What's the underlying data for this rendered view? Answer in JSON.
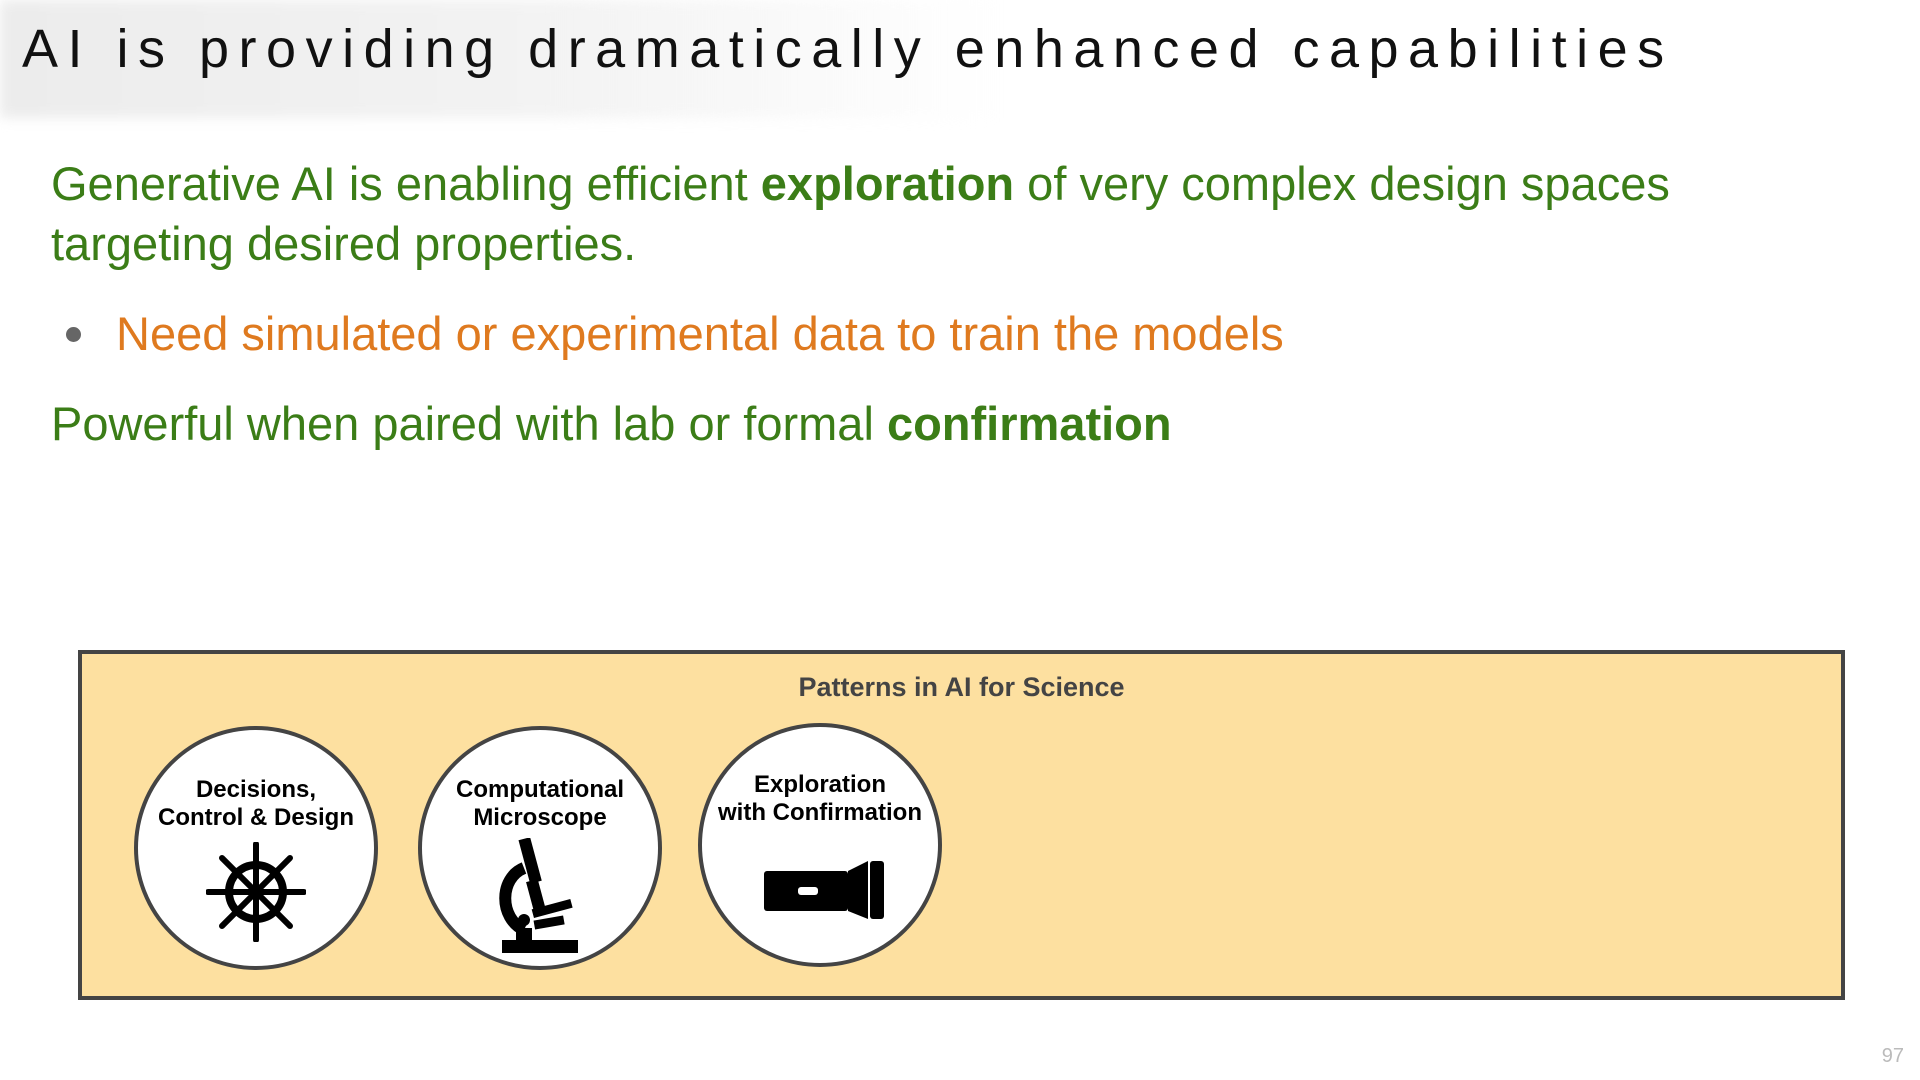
{
  "slide": {
    "title": "AI is providing dramatically enhanced capabilities",
    "para1": {
      "pre": "Generative AI is enabling efficient ",
      "bold": "exploration",
      "post": " of very complex design spaces",
      "line2": "targeting desired properties."
    },
    "bullet": "Need simulated or experimental data to train the models",
    "para2": {
      "pre": "Powerful when paired with lab or formal ",
      "bold": "confirmation"
    },
    "page_number": "97"
  },
  "patterns": {
    "title": "Patterns in AI for Science",
    "items": [
      {
        "line1": "Decisions,",
        "line2": "Control & Design",
        "icon": "ship-wheel-icon"
      },
      {
        "line1": "Computational",
        "line2": "Microscope",
        "icon": "microscope-icon"
      },
      {
        "line1": "Exploration",
        "line2": "with Confirmation",
        "icon": "flashlight-icon"
      }
    ]
  },
  "colors": {
    "green": "#3b7d17",
    "orange": "#df7a1f",
    "box_fill": "#fde0a0",
    "border": "#444444"
  }
}
